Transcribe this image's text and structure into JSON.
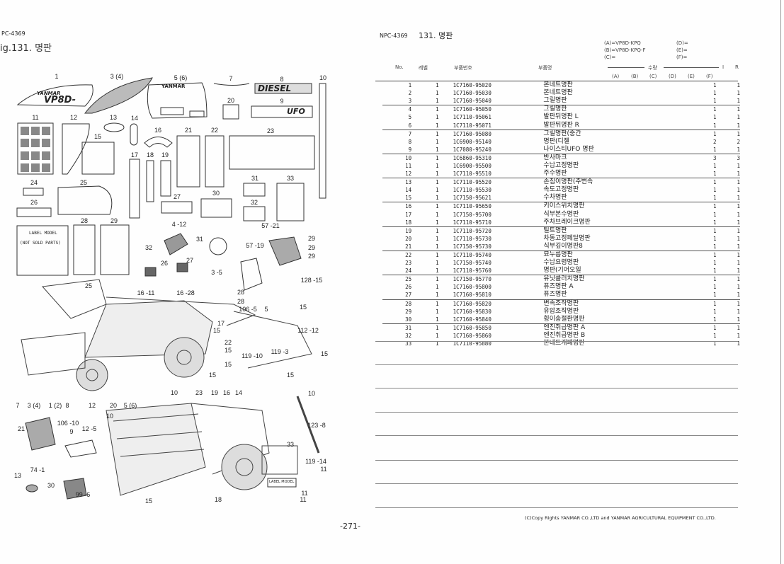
{
  "left_page": {
    "code": "PC-4369",
    "figure_title": "ig.131.  명판",
    "page_number": "-271-",
    "callouts": [
      "1",
      "3 (4)",
      "5 (6)",
      "7",
      "8",
      "10",
      "20",
      "9",
      "11",
      "12",
      "13",
      "14",
      "15",
      "16",
      "21",
      "22",
      "23",
      "17",
      "18",
      "19",
      "24",
      "25",
      "27",
      "30",
      "31",
      "32",
      "33",
      "26",
      "28",
      "29",
      "4 -12",
      "32",
      "31",
      "57 -19",
      "57 -21",
      "29",
      "29",
      "29",
      "26",
      "27",
      "3 -5",
      "16 -11",
      "16 -28",
      "28",
      "28",
      "5",
      "128 -15",
      "15",
      "25",
      "106 -5",
      "17",
      "15",
      "22",
      "15",
      "15",
      "112 -12",
      "119 -10",
      "119 -3",
      "15",
      "15",
      "15",
      "7",
      "3 (4)",
      "1 (2)",
      "8",
      "12",
      "20",
      "5 (6)",
      "10",
      "23",
      "19",
      "16",
      "14",
      "10",
      "10",
      "106 -10",
      "9",
      "12 -5",
      "21",
      "33",
      "123 -8",
      "119 -14",
      "11",
      "11",
      "11",
      "74 -1",
      "13",
      "30",
      "99 -6",
      "15",
      "18",
      "LABEL MODEL",
      "LABEL MODEL",
      "(NOT SOLD PARTS)"
    ],
    "logo_texts": [
      "YANMAR",
      "VP8D-",
      "YANMAR",
      "DIESEL",
      "UFO"
    ]
  },
  "right_page": {
    "code": "NPC-4369",
    "title": "131.  명판",
    "models": [
      "(A)=VP8D-KPQ",
      "(B)=VP8D-KPQ-F",
      "(C)=",
      "(D)=",
      "(E)=",
      "(F)="
    ],
    "columns": {
      "no": "No.",
      "level": "레벨",
      "part_no": "부품번호",
      "name": "부품명",
      "qty": "수량",
      "i": "I",
      "r": "R",
      "a": "(A)",
      "b": "(B)",
      "c": "(C)",
      "d": "(D)",
      "e": "(E)",
      "f": "(F)"
    },
    "rows": [
      [
        "1",
        "1",
        "1C7160-95020",
        "본네트명판",
        "1",
        "1"
      ],
      [
        "2",
        "1",
        "1C7160-95030",
        "본네트명판",
        "1",
        "1"
      ],
      [
        "3",
        "1",
        "1C7160-95040",
        "그릴명판",
        "1",
        "1"
      ],
      [
        "4",
        "1",
        "1C7160-95050",
        "그릴명판",
        "1",
        "1"
      ],
      [
        "5",
        "1",
        "1C7110-95061",
        "발판뒤명판 L",
        "1",
        "1"
      ],
      [
        "6",
        "1",
        "1C7110-95071",
        "발판뒤명판 R",
        "1",
        "1"
      ],
      [
        "7",
        "1",
        "1C7160-95080",
        "그릴명판(중간",
        "1",
        "1"
      ],
      [
        "8",
        "1",
        "1C6900-95140",
        "명판(디젤",
        "2",
        "2"
      ],
      [
        "9",
        "1",
        "1C7080-95240",
        "나이스티UFO 명판",
        "1",
        "1"
      ],
      [
        "10",
        "1",
        "1C6860-95310",
        "반사마크",
        "3",
        "3"
      ],
      [
        "11",
        "1",
        "1C6900-95500",
        "수납고정명판",
        "1",
        "1"
      ],
      [
        "12",
        "1",
        "1C7110-95510",
        "주수명판",
        "1",
        "1"
      ],
      [
        "13",
        "1",
        "1C7110-95520",
        "손짐이명판(주변속",
        "1",
        "1"
      ],
      [
        "14",
        "1",
        "1C7110-95530",
        "속도고정명판",
        "1",
        "1"
      ],
      [
        "15",
        "1",
        "1C7150-95621",
        "수차명판",
        "1",
        "1"
      ],
      [
        "16",
        "1",
        "1C7110-95650",
        "키이스위치명판",
        "1",
        "1"
      ],
      [
        "17",
        "1",
        "1C7150-95700",
        "식부본수명판",
        "1",
        "1"
      ],
      [
        "18",
        "1",
        "1C7110-95710",
        "주차브레이크명판",
        "1",
        "1"
      ],
      [
        "19",
        "1",
        "1C7110-95720",
        "틸트명판",
        "1",
        "1"
      ],
      [
        "20",
        "1",
        "1C7110-95730",
        "차동고정페달명판",
        "1",
        "1"
      ],
      [
        "21",
        "1",
        "1C7150-95730",
        "식부깊이명판8",
        "1",
        "1"
      ],
      [
        "22",
        "1",
        "1C7110-95740",
        "묘누름명판",
        "1",
        "1"
      ],
      [
        "23",
        "1",
        "1C7150-95740",
        "수납요령명판",
        "1",
        "1"
      ],
      [
        "24",
        "1",
        "1C7110-95760",
        "명판(기어오일",
        "1",
        "1"
      ],
      [
        "25",
        "1",
        "1C7150-95770",
        "유닛클러치명판",
        "1",
        "1"
      ],
      [
        "26",
        "1",
        "1C7160-95800",
        "퓨즈명판 A",
        "1",
        "1"
      ],
      [
        "27",
        "1",
        "1C7160-95810",
        "퓨즈명판",
        "1",
        "1"
      ],
      [
        "28",
        "1",
        "1C7160-95820",
        "변속조작명판",
        "1",
        "1"
      ],
      [
        "29",
        "1",
        "1C7160-95830",
        "유압조작명판",
        "1",
        "1"
      ],
      [
        "30",
        "1",
        "1C7160-95840",
        "횡이송절환명판",
        "1",
        "1"
      ],
      [
        "31",
        "1",
        "1C7160-95850",
        "엔진취급명판 A",
        "1",
        "1"
      ],
      [
        "32",
        "1",
        "1C7160-95860",
        "엔진취급명판 B",
        "1",
        "1"
      ],
      [
        "33",
        "1",
        "1C7110-95880",
        "본네트개폐명판",
        "1",
        "1"
      ]
    ],
    "copyright": "(C)Copy Rights  YANMAR CO.,LTD and YANMAR AGRICULTURAL EQUIPMENT CO.,LTD."
  }
}
